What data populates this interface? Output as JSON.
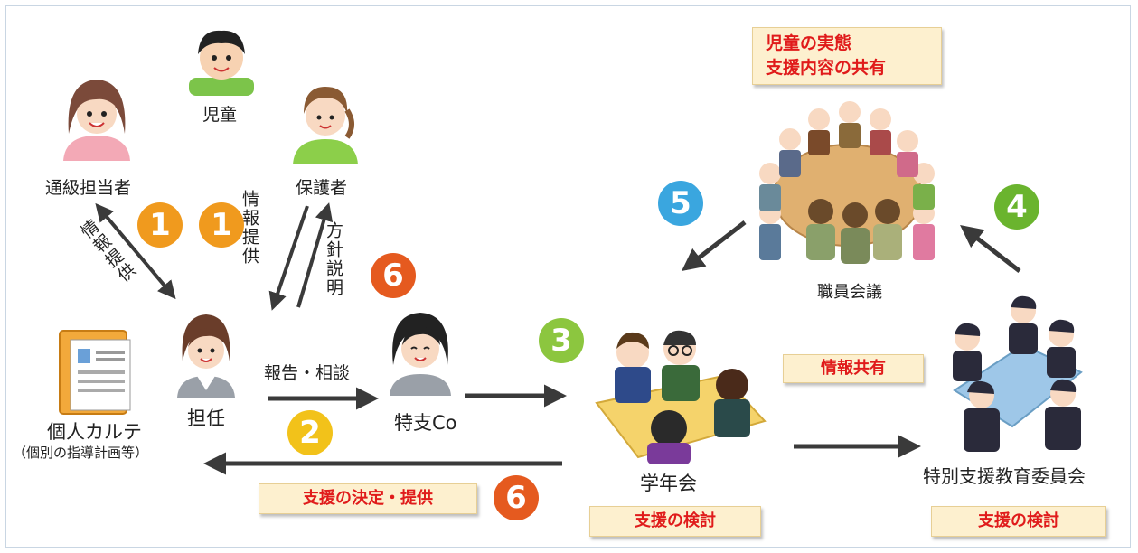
{
  "nodes": {
    "child": "児童",
    "tsukyu_teacher": "通級担当者",
    "guardian": "保護者",
    "homeroom": "担任",
    "tokushi_co": "特支Co",
    "karte_title": "個人カルテ",
    "karte_sub": "（個別の指導計画等）",
    "grade_meeting": "学年会",
    "staff_meeting": "職員会議",
    "committee": "特別支援教育委員会"
  },
  "edge_labels": {
    "info_provide_left": "情報提供",
    "info_provide_guardian": "情報提供",
    "policy_explain": "方針説明",
    "report_consult": "報告・相談"
  },
  "badges": [
    {
      "id": "b1a",
      "text": "1",
      "color": "#f09a1e"
    },
    {
      "id": "b1b",
      "text": "1",
      "color": "#f09a1e"
    },
    {
      "id": "b6a",
      "text": "6",
      "color": "#e55a1f"
    },
    {
      "id": "b2",
      "text": "2",
      "color": "#f2c21a"
    },
    {
      "id": "b3",
      "text": "3",
      "color": "#8cc63f"
    },
    {
      "id": "b4",
      "text": "4",
      "color": "#6ab42e"
    },
    {
      "id": "b5",
      "text": "5",
      "color": "#3aa6df"
    },
    {
      "id": "b6b",
      "text": "6",
      "color": "#e55a1f"
    }
  ],
  "tags": {
    "share_line1": "児童の実態",
    "share_line2": "支援内容の共有",
    "info_share": "情報共有",
    "decision": "支援の決定・提供",
    "review_grade": "支援の検討",
    "review_committee": "支援の検討"
  }
}
